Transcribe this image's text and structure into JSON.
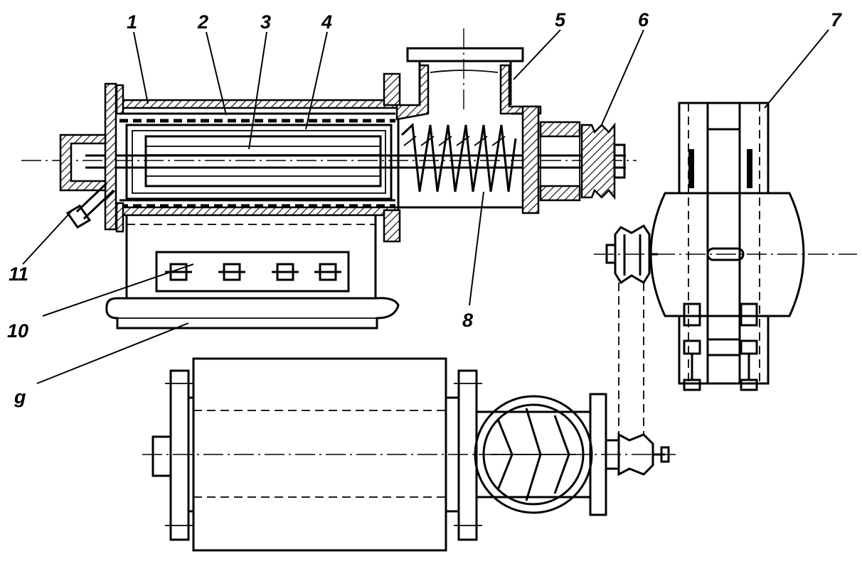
{
  "labels": {
    "l1": "1",
    "l2": "2",
    "l3": "3",
    "l4": "4",
    "l5": "5",
    "l6": "6",
    "l7": "7",
    "l8": "8",
    "l9": "g",
    "l10": "10",
    "l11": "11"
  }
}
